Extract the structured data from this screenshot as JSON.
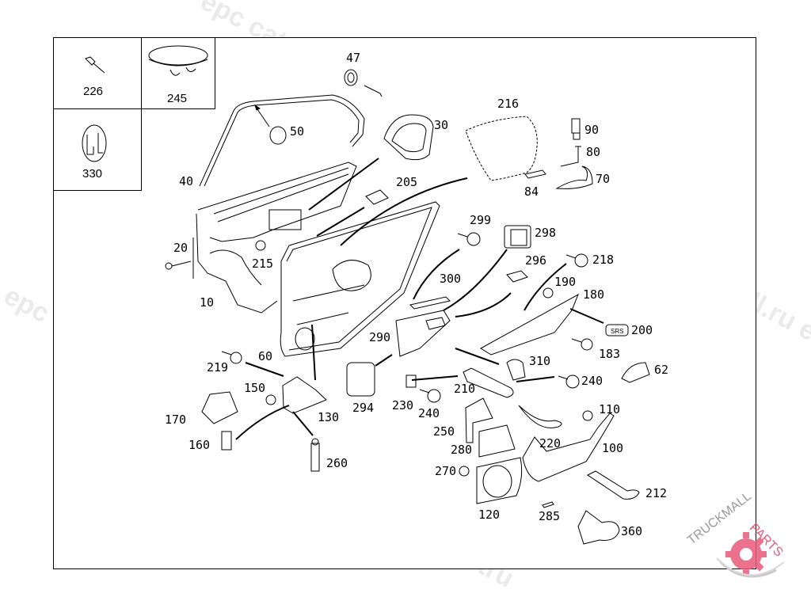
{
  "diagram": {
    "title": "Rear door trim panel parts diagram",
    "inset_parts": [
      {
        "number": "226"
      },
      {
        "number": "245"
      },
      {
        "number": "330"
      }
    ],
    "part_labels": [
      {
        "number": "47"
      },
      {
        "number": "50"
      },
      {
        "number": "30"
      },
      {
        "number": "40"
      },
      {
        "number": "216"
      },
      {
        "number": "90"
      },
      {
        "number": "80"
      },
      {
        "number": "70"
      },
      {
        "number": "84"
      },
      {
        "number": "205"
      },
      {
        "number": "20"
      },
      {
        "number": "215"
      },
      {
        "number": "10"
      },
      {
        "number": "299"
      },
      {
        "number": "298"
      },
      {
        "number": "296"
      },
      {
        "number": "218"
      },
      {
        "number": "300"
      },
      {
        "number": "190"
      },
      {
        "number": "180"
      },
      {
        "number": "200"
      },
      {
        "number": "183"
      },
      {
        "number": "290"
      },
      {
        "number": "310"
      },
      {
        "number": "62"
      },
      {
        "number": "219"
      },
      {
        "number": "60"
      },
      {
        "number": "150"
      },
      {
        "number": "170"
      },
      {
        "number": "130"
      },
      {
        "number": "160"
      },
      {
        "number": "260"
      },
      {
        "number": "294"
      },
      {
        "number": "230"
      },
      {
        "number": "210"
      },
      {
        "number": "240"
      },
      {
        "number": "240"
      },
      {
        "number": "250"
      },
      {
        "number": "110"
      },
      {
        "number": "220"
      },
      {
        "number": "280"
      },
      {
        "number": "100"
      },
      {
        "number": "270"
      },
      {
        "number": "212"
      },
      {
        "number": "120"
      },
      {
        "number": "285"
      },
      {
        "number": "360"
      }
    ],
    "sticker_text": "SRS"
  },
  "watermarks": [
    "epc catalog",
    "truckmall.ru",
    "truckmall.ru e",
    "u epc catalog",
    "truckmall.ru epc catalog",
    "truckmall.ru",
    "ru epc catalog",
    "tru"
  ],
  "logo": {
    "text_left": "TRUCKMALL",
    "text_right": "PARTS",
    "accent_color": "#e85a7a",
    "text_color": "#9a9a9a"
  }
}
